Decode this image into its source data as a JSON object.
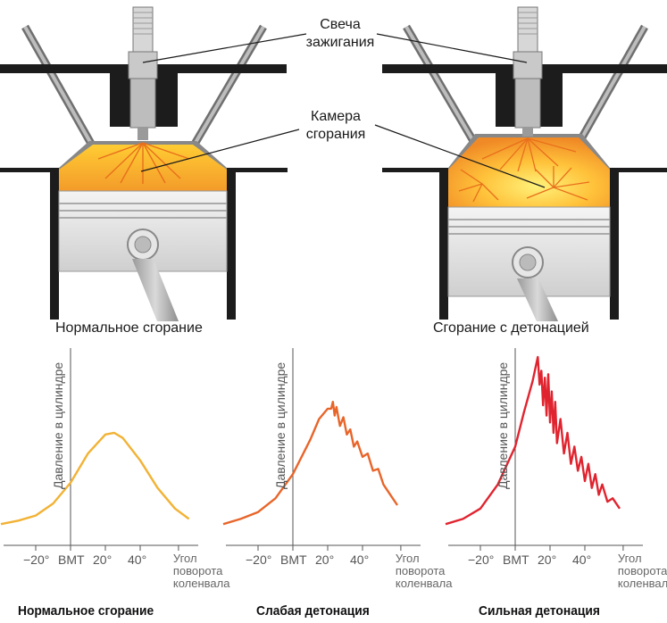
{
  "labels": {
    "spark_plug": [
      "Свеча",
      "зажигания"
    ],
    "chamber": [
      "Камера",
      "сгорания"
    ],
    "left_title": "Нормальное сгорание",
    "right_title": "Сгорание с детонацией"
  },
  "axis": {
    "ylabel": "Давление в цилиндре",
    "ticks": [
      "−20°",
      "BMT",
      "20°",
      "40°"
    ],
    "xlabel": [
      "Угол",
      "поворота",
      "коленвала"
    ]
  },
  "colors": {
    "normal": "#f2b234",
    "weak": "#e8652a",
    "strong": "#e0242f"
  },
  "chart_data": [
    {
      "type": "line",
      "title": "Нормальное сгорание",
      "ylabel": "Давление в цилиндре",
      "xlabel": "Угол поворота коленвала",
      "x_ticks": [
        "−20°",
        "BMT",
        "20°",
        "40°"
      ],
      "series": [
        {
          "x": [
            -40,
            -30,
            -20,
            -10,
            0,
            10,
            20,
            25,
            30,
            40,
            50,
            60,
            68
          ],
          "y": [
            3,
            5,
            8,
            15,
            27,
            44,
            55,
            56,
            53,
            40,
            24,
            12,
            6
          ]
        }
      ]
    },
    {
      "type": "line",
      "title": "Слабая детонация",
      "ylabel": "Давление в цилиндре",
      "xlabel": "Угол поворота коленвала",
      "x_ticks": [
        "−20°",
        "BMT",
        "20°",
        "40°"
      ],
      "series": [
        {
          "x": [
            -40,
            -30,
            -20,
            -10,
            0,
            10,
            15,
            20,
            22,
            23,
            24,
            25,
            27,
            29,
            31,
            33,
            35,
            37,
            40,
            43,
            46,
            49,
            52,
            56,
            60
          ],
          "y": [
            3,
            6,
            10,
            18,
            32,
            52,
            64,
            70,
            70,
            74,
            66,
            71,
            60,
            65,
            55,
            58,
            48,
            51,
            42,
            44,
            34,
            35,
            26,
            20,
            14
          ]
        }
      ]
    },
    {
      "type": "line",
      "title": "Сильная детонация",
      "ylabel": "Давление в цилиндре",
      "xlabel": "Угол поворота коленвала",
      "x_ticks": [
        "−20°",
        "BMT",
        "20°",
        "40°"
      ],
      "series": [
        {
          "x": [
            -40,
            -30,
            -20,
            -10,
            0,
            5,
            10,
            13,
            14,
            15,
            16,
            17,
            18,
            19,
            20,
            21,
            22,
            23,
            24,
            26,
            28,
            30,
            32,
            34,
            36,
            38,
            40,
            42,
            44,
            46,
            48,
            50,
            53,
            56,
            60
          ],
          "y": [
            3,
            6,
            12,
            26,
            48,
            68,
            86,
            100,
            84,
            92,
            72,
            88,
            66,
            90,
            62,
            80,
            56,
            74,
            50,
            64,
            44,
            56,
            38,
            48,
            34,
            42,
            28,
            38,
            24,
            32,
            20,
            26,
            16,
            18,
            12
          ]
        }
      ]
    }
  ]
}
